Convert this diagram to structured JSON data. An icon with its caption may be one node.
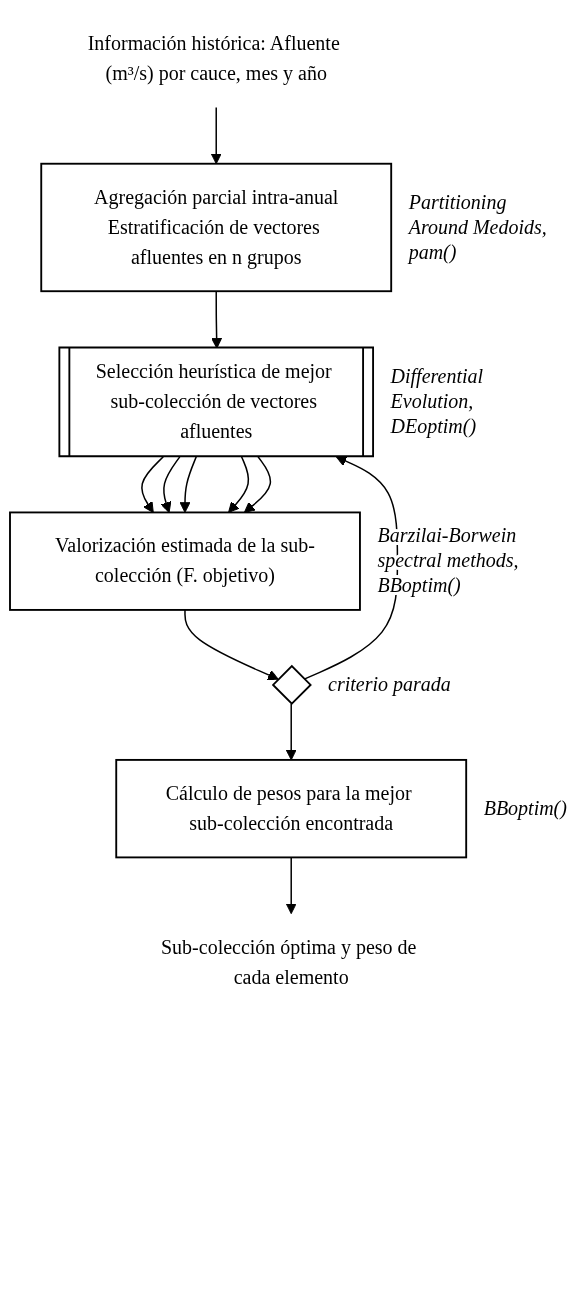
{
  "diagram": {
    "nodes": [
      {
        "text": [
          "Información histórica: Afluente (m³/s) por cauce, mes y año"
        ]
      },
      {
        "text": [
          "Agregación parcial intra-anual",
          "Estratificación de vectores afluentes en n grupos"
        ],
        "beside": [
          "Partitioning Around Medoids, pam()"
        ]
      },
      {
        "text": [
          "Selección heurística de mejor sub-colección de vectores afluentes"
        ],
        "beside": [
          "Differential Evolution, DEoptim()"
        ]
      },
      {
        "text": [
          "Valorización estimada de la sub-colección (F. objetivo)"
        ],
        "beside": [
          "Barzilai-Borwein spectral methods, BBoptim()"
        ]
      },
      {
        "text": [],
        "shape": "diamond",
        "beside": [
          "criterio parada"
        ]
      },
      {
        "text": [
          "Cálculo de pesos para la mejor sub-colección encontrada"
        ],
        "beside": [
          "BBoptim()"
        ]
      },
      {
        "text": [
          "Sub-colección óptima y peso de cada elemento"
        ]
      }
    ],
    "edges": [
      {
        "from": 0,
        "to": 1,
        "arrow": "to"
      },
      {
        "from": 1,
        "to": 2,
        "arrow": "to"
      },
      {
        "from": 2,
        "to": 3,
        "arrow": "to"
      },
      {
        "from": 2,
        "to": 3,
        "arrow": "to"
      },
      {
        "from": 2,
        "to": 3,
        "arrow": "to"
      },
      {
        "from": 2,
        "to": 3,
        "arrow": "to"
      },
      {
        "from": 2,
        "to": 3,
        "arrow": "to"
      },
      {
        "from": 3,
        "to": 4,
        "arrow": "to"
      },
      {
        "from": 4,
        "to": 2,
        "arrow": "to"
      },
      {
        "from": 4,
        "to": 5,
        "arrow": "to"
      },
      {
        "from": 5,
        "to": 6,
        "arrow": "to"
      }
    ]
  }
}
